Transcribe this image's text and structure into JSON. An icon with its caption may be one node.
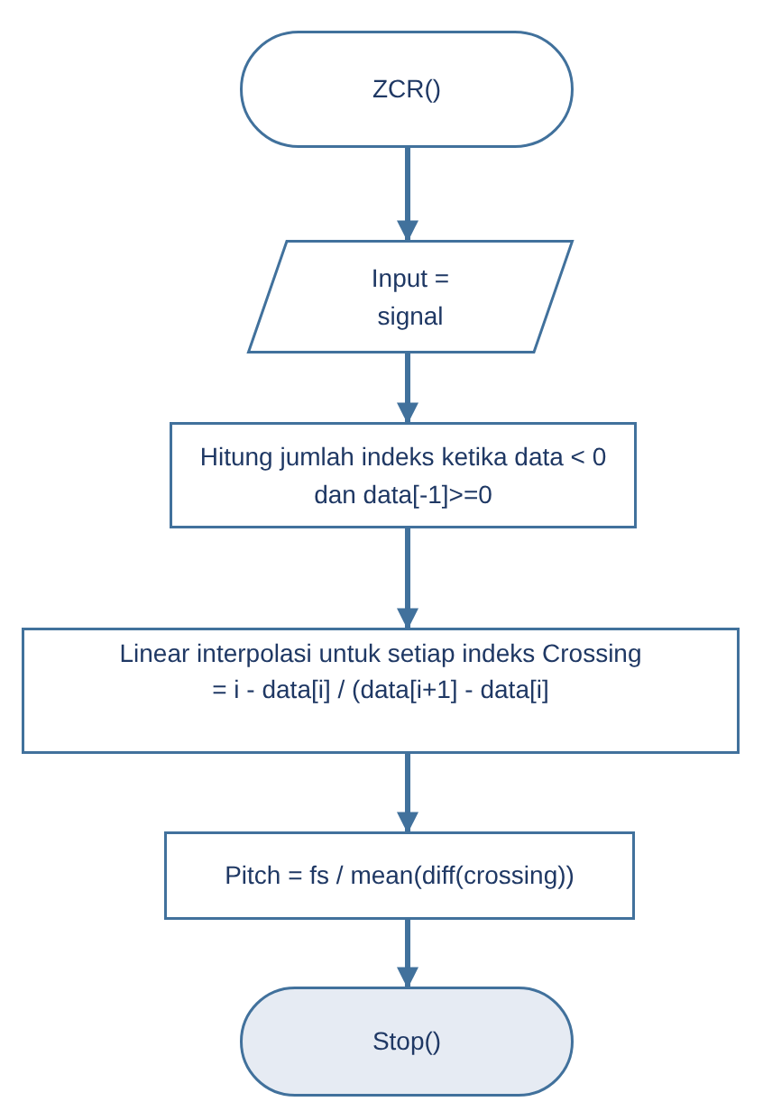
{
  "diagram": {
    "nodes": [
      {
        "text": [
          "ZCR()"
        ]
      },
      {
        "text": [
          "Input = signal"
        ]
      },
      {
        "text": [
          "Hitung jumlah indeks ketika data < 0 dan data[-1]>=0"
        ]
      },
      {
        "text": [
          "Linear interpolasi untuk setiap indeks Crossing = i - data[i] / (data[i+1] - data[i]"
        ]
      },
      {
        "text": [
          "Pitch = fs / mean(diff(crossing))"
        ]
      },
      {
        "text": [
          "Stop()"
        ]
      }
    ],
    "edges": [
      {
        "from": 0,
        "to": 1,
        "arrow": "to"
      },
      {
        "from": 1,
        "to": 2,
        "arrow": "to"
      },
      {
        "from": 2,
        "to": 3,
        "arrow": "to"
      },
      {
        "from": 3,
        "to": 4,
        "arrow": "to"
      },
      {
        "from": 4,
        "to": 5,
        "arrow": "to"
      }
    ]
  }
}
